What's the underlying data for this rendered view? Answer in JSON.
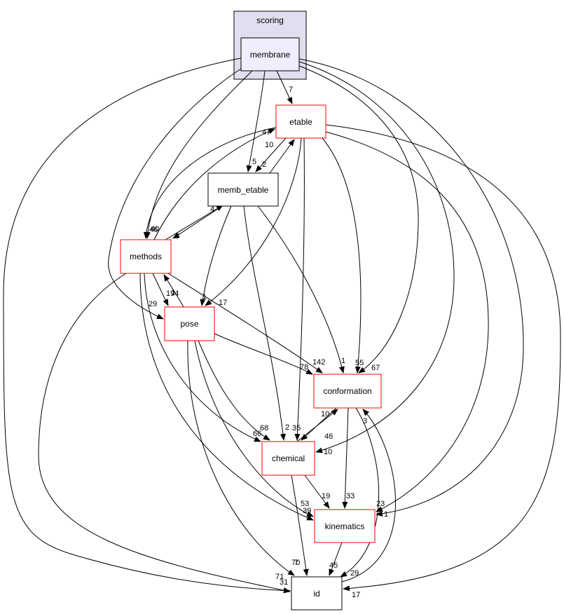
{
  "cluster": {
    "label": "scoring",
    "fill": "#dfdfef",
    "stroke": "#000000"
  },
  "colors": {
    "red_border": "#ff0000",
    "black_border": "#000000",
    "current_fill": "#eeeeff",
    "node_fill": "#ffffff",
    "edge": "#000000"
  },
  "nodes": {
    "membrane": {
      "label": "membrane",
      "style": "current"
    },
    "etable": {
      "label": "etable",
      "style": "red"
    },
    "memb_etable": {
      "label": "memb_etable",
      "style": "black"
    },
    "methods": {
      "label": "methods",
      "style": "red"
    },
    "pose": {
      "label": "pose",
      "style": "red"
    },
    "conformation": {
      "label": "conformation",
      "style": "red"
    },
    "chemical": {
      "label": "chemical",
      "style": "red"
    },
    "kinematics": {
      "label": "kinematics",
      "style": "red"
    },
    "id": {
      "label": "id",
      "style": "black"
    }
  },
  "edges": [
    {
      "from": "membrane",
      "to": "etable",
      "label": "7"
    },
    {
      "from": "membrane",
      "to": "memb_etable",
      "label": "5"
    },
    {
      "from": "membrane",
      "to": "methods",
      "label": "40"
    },
    {
      "from": "membrane",
      "to": "pose",
      "label": "29"
    },
    {
      "from": "membrane",
      "to": "conformation",
      "label": "67"
    },
    {
      "from": "membrane",
      "to": "chemical",
      "label": "10"
    },
    {
      "from": "membrane",
      "to": "kinematics",
      "label": "1"
    },
    {
      "from": "membrane",
      "to": "id",
      "label": "71"
    },
    {
      "from": "etable",
      "to": "memb_etable",
      "label": "2"
    },
    {
      "from": "etable",
      "to": "methods",
      "label": "46"
    },
    {
      "from": "etable",
      "to": "pose",
      "label": "17"
    },
    {
      "from": "etable",
      "to": "conformation",
      "label": "55"
    },
    {
      "from": "etable",
      "to": "chemical",
      "label": "35"
    },
    {
      "from": "etable",
      "to": "kinematics",
      "label": "23"
    },
    {
      "from": "etable",
      "to": "id",
      "label": "17"
    },
    {
      "from": "memb_etable",
      "to": "etable",
      "label": "10"
    },
    {
      "from": "memb_etable",
      "to": "methods",
      "label": "2"
    },
    {
      "from": "memb_etable",
      "to": "pose",
      "label": "1"
    },
    {
      "from": "memb_etable",
      "to": "conformation",
      "label": "1"
    },
    {
      "from": "memb_etable",
      "to": "chemical",
      "label": "2"
    },
    {
      "from": "methods",
      "to": "etable",
      "label": "47"
    },
    {
      "from": "methods",
      "to": "memb_etable",
      "label": "4"
    },
    {
      "from": "methods",
      "to": "pose",
      "label": "194"
    },
    {
      "from": "methods",
      "to": "conformation",
      "label": "142"
    },
    {
      "from": "methods",
      "to": "chemical",
      "label": "66"
    },
    {
      "from": "methods",
      "to": "kinematics",
      "label": "39"
    },
    {
      "from": "methods",
      "to": "id",
      "label": "31"
    },
    {
      "from": "pose",
      "to": "methods",
      "label": "1"
    },
    {
      "from": "pose",
      "to": "conformation",
      "label": "78"
    },
    {
      "from": "pose",
      "to": "chemical",
      "label": "68"
    },
    {
      "from": "pose",
      "to": "kinematics",
      "label": "53"
    },
    {
      "from": "pose",
      "to": "id",
      "label": "70"
    },
    {
      "from": "conformation",
      "to": "chemical",
      "label": "46"
    },
    {
      "from": "conformation",
      "to": "kinematics",
      "label": "33"
    },
    {
      "from": "conformation",
      "to": "id",
      "label": "29"
    },
    {
      "from": "chemical",
      "to": "conformation",
      "label": "10"
    },
    {
      "from": "chemical",
      "to": "kinematics",
      "label": "19"
    },
    {
      "from": "chemical",
      "to": "id",
      "label": "7"
    },
    {
      "from": "kinematics",
      "to": "id",
      "label": "45"
    },
    {
      "from": "id",
      "to": "conformation",
      "label": "3"
    }
  ]
}
